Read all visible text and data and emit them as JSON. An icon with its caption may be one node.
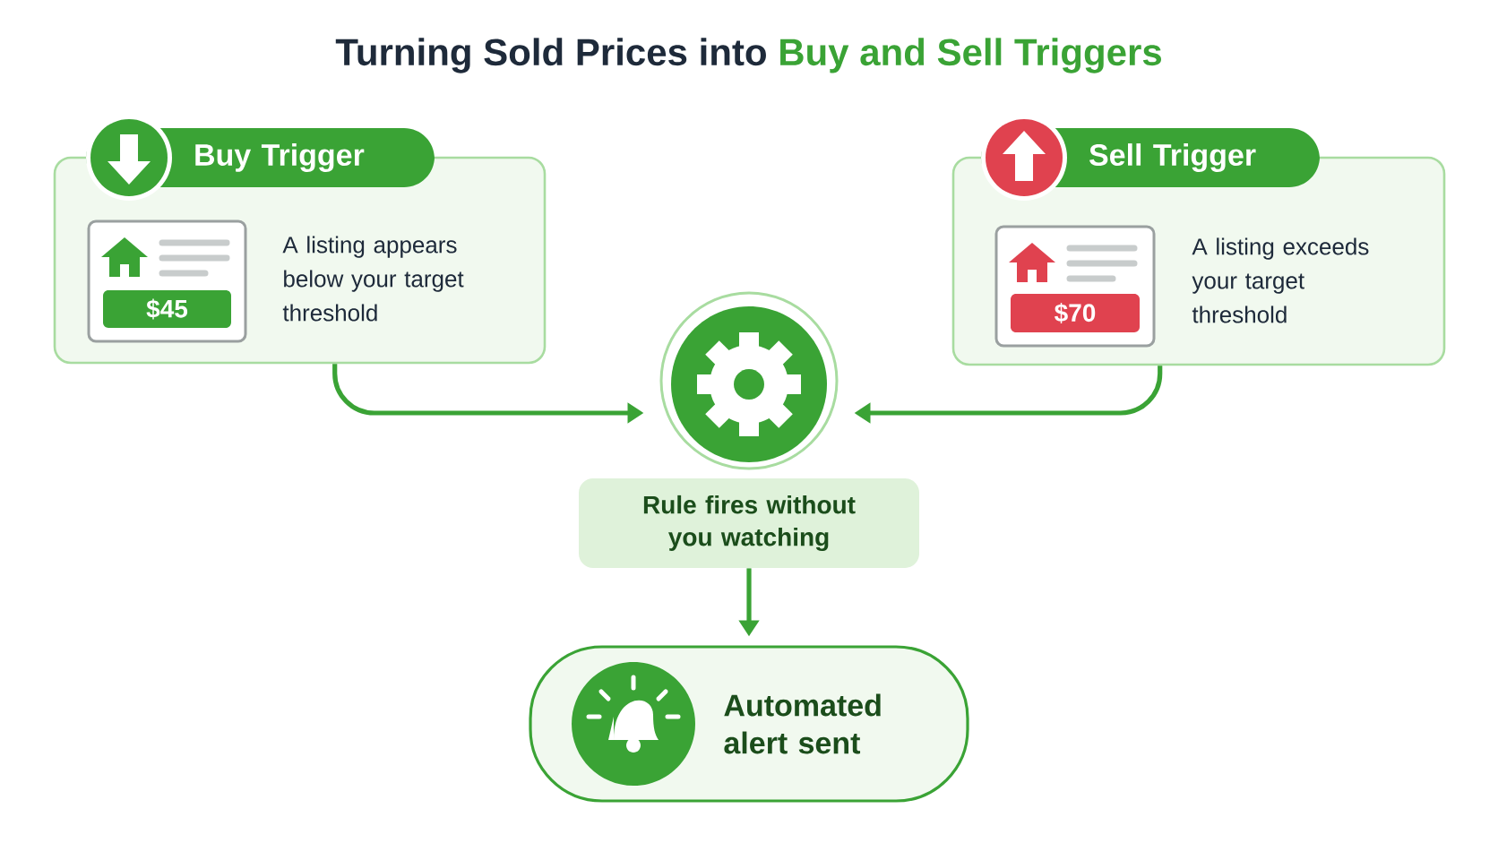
{
  "diagram": {
    "title": "Turning Sold Prices into **Buy and Sell Triggers**",
    "nodes": [
      {
        "text": [
          "Buy Trigger",
          "A listing appears below your target threshold"
        ]
      },
      {
        "text": [
          "$45"
        ],
        "in": 0
      },
      {
        "text": [
          "Sell Trigger",
          "A listing exceeds your target threshold"
        ]
      },
      {
        "text": [
          "$70"
        ],
        "in": 2
      },
      {
        "text": [],
        "shape": "circle"
      },
      {
        "text": [
          "Rule fires without you watching"
        ]
      },
      {
        "text": [
          "Automated alert sent"
        ]
      }
    ],
    "edges": [
      {
        "from": 0,
        "to": 4,
        "arrow": "to"
      },
      {
        "from": 2,
        "to": 4,
        "arrow": "to"
      },
      {
        "from": 5,
        "to": 6,
        "arrow": "to"
      }
    ]
  }
}
